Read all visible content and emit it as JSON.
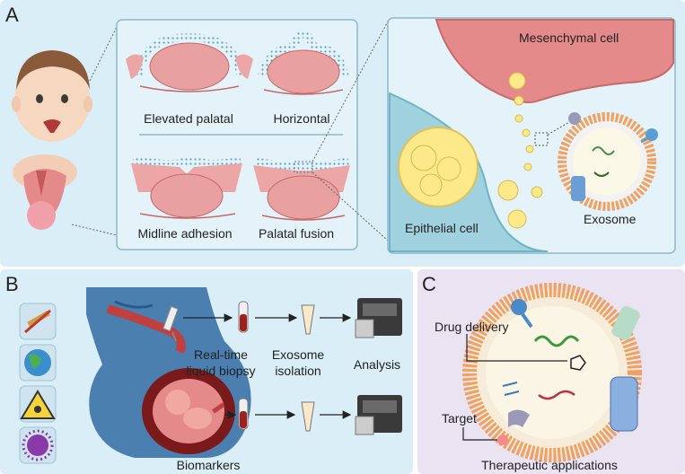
{
  "panels": {
    "a": {
      "letter": "A",
      "stages": [
        "Elevated palatal",
        "Horizontal",
        "Midline adhesion",
        "Palatal fusion"
      ],
      "mesenchymal_cell": "Mesenchymal cell",
      "epithelial_cell": "Epithelial cell",
      "exosome": "Exosome"
    },
    "b": {
      "letter": "B",
      "biopsy_line1": "Real-time",
      "biopsy_line2": "liquid biopsy",
      "isolation_line1": "Exosome",
      "isolation_line2": "isolation",
      "analysis": "Analysis",
      "biomarkers": "Biomarkers",
      "risk_factor_icons": [
        "cigarette-icon",
        "earth-icon",
        "biohazard-icon",
        "virus-icon"
      ]
    },
    "c": {
      "letter": "C",
      "drug_delivery": "Drug delivery",
      "target": "Target",
      "caption": "Therapeutic applications"
    }
  },
  "colors": {
    "panel_blue": "#d9eef6",
    "panel_purple": "#e9e3f2",
    "tissue_pink": "#e8a0a0",
    "exosome_yellow": "#fbe98a",
    "membrane_orange": "#f0a060"
  }
}
